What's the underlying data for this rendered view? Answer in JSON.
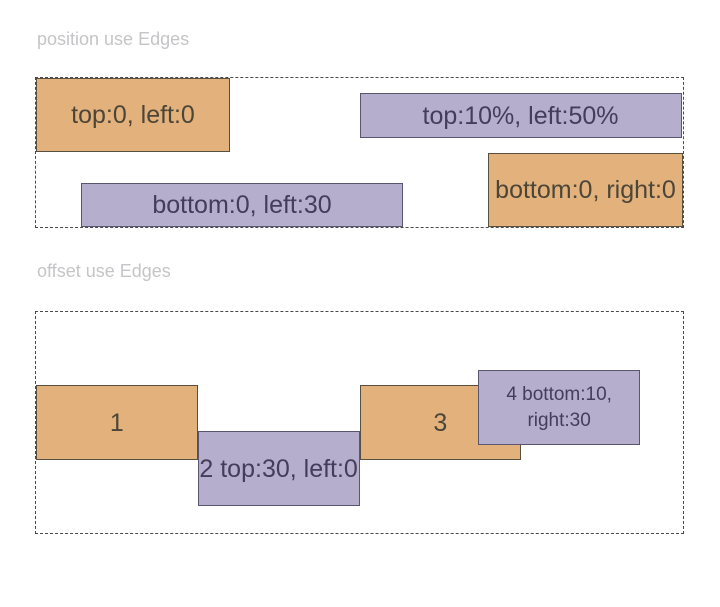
{
  "sections": [
    {
      "title": "position use Edges",
      "boxes": [
        {
          "label": "top:0, left:0",
          "variant": "orange"
        },
        {
          "label": "top:10%, left:50%",
          "variant": "purple"
        },
        {
          "label": "bottom:0, left:30",
          "variant": "purple"
        },
        {
          "label": "bottom:0, right:0",
          "variant": "orange"
        }
      ]
    },
    {
      "title": "offset use Edges",
      "boxes": [
        {
          "label": "1",
          "variant": "orange"
        },
        {
          "label": "2 top:30, left:0",
          "variant": "purple"
        },
        {
          "label": "3",
          "variant": "orange"
        },
        {
          "label": "4 bottom:10, right:30",
          "variant": "purple"
        }
      ]
    }
  ],
  "colors": {
    "orange_fill": "#e3b17b",
    "orange_border": "#57503e",
    "orange_text": "#4c4639",
    "purple_fill": "#b5aecd",
    "purple_border": "#5a5573",
    "purple_text": "#433e59",
    "container_border": "#4a4a4a",
    "section_title_text": "#c5c5c8",
    "background": "#ffffff"
  }
}
